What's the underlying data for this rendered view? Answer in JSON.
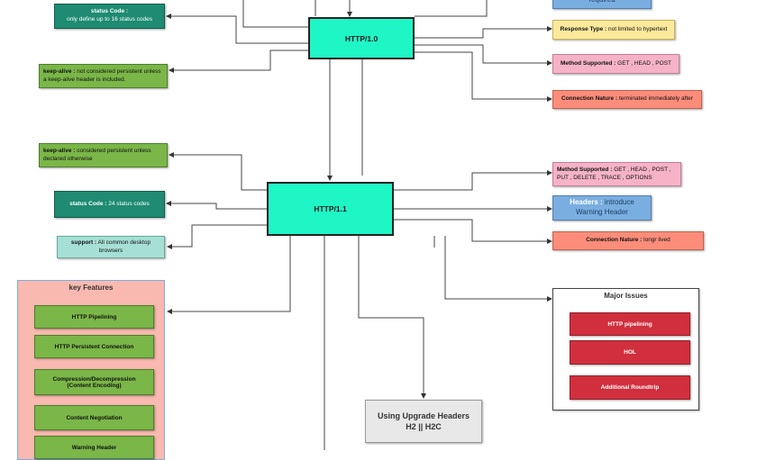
{
  "http10": {
    "title": "HTTP/1.0",
    "status_code_key": "status Code :",
    "status_code_val": "only define up to 16 status codes",
    "keep_alive_key": "keep-alive :",
    "keep_alive_val": "not considered persistent unless a keep-alive header is included.",
    "headers_partial": "required",
    "response_type_key": "Response Type :",
    "response_type_val": "not limited to hypertext",
    "method_key": "Method Supported :",
    "method_val": "GET , HEAD , POST",
    "connection_key": "Connection Nature :",
    "connection_val": "terminated immediately after"
  },
  "http11": {
    "title": "HTTP/1.1",
    "keep_alive_key": "keep-alive :",
    "keep_alive_val": "considered persistent unless declared otherwise",
    "status_code_key": "status Code :",
    "status_code_val": "24 status codes",
    "support_key": "support :",
    "support_val": "All common desktop browsers",
    "method_key": "Method Supported :",
    "method_val": "GET , HEAD , POST , PUT , DELETE , TRACE , OPTIONS",
    "headers_key": "Headers :",
    "headers_val": "introduce Warning Header",
    "connection_key": "Connection Nature :",
    "connection_val": "longr lived"
  },
  "key_features": {
    "title": "key Features",
    "items": [
      "HTTP Pipelining",
      "HTTP Persistent Connection",
      "Compression/Decompression (Content Encoding)",
      "Content Negotiation",
      "Warning Header"
    ]
  },
  "major_issues": {
    "title": "Major Issues",
    "items": [
      "HTTP pipelining",
      "HOL",
      "Additional Roundtrip"
    ]
  },
  "upgrade": {
    "line1": "Using Upgrade Headers",
    "line2": "H2  ||  H2C"
  },
  "colors": {
    "hub": "#1ef6c6",
    "teal": "#1e8b72",
    "green": "#7ab648",
    "yellow": "#fde99c",
    "pink": "#f6b3c8",
    "salmon": "#fb8d7a",
    "blue": "#7aaee0",
    "red": "#d12f3d",
    "panel_bg": "#f9b9b0",
    "panel_border": "#7aaee0"
  }
}
